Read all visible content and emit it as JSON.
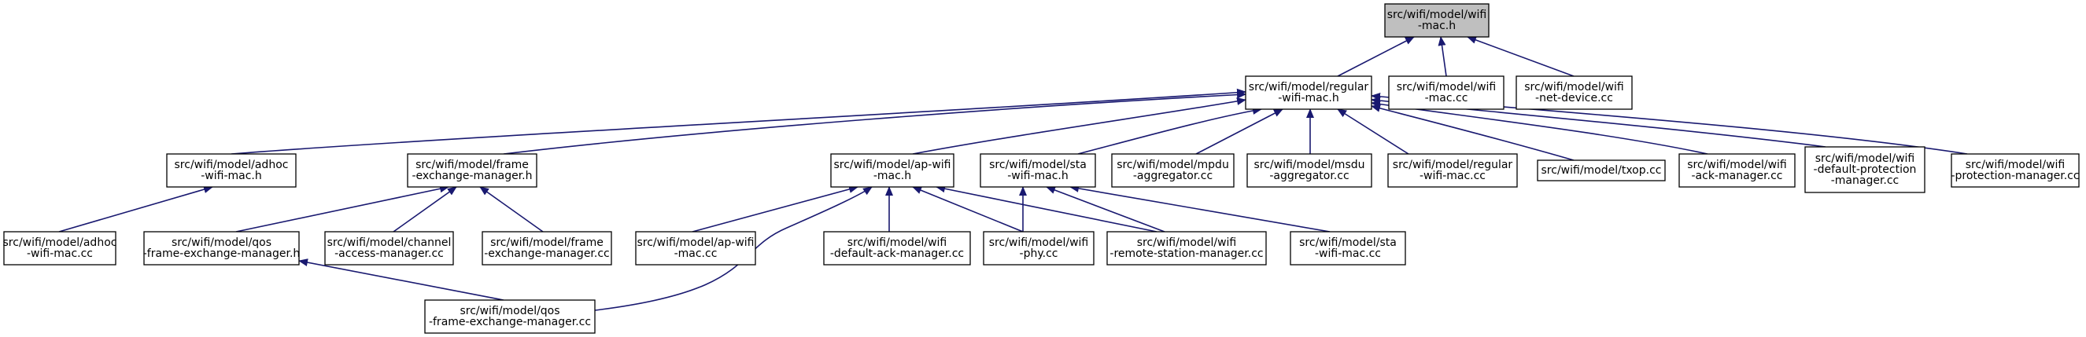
{
  "colors": {
    "edge": "#191970",
    "node_fill": "#ffffff",
    "root_fill": "#bfbfbf",
    "border": "#000000",
    "text": "#000000"
  },
  "nodes": [
    {
      "id": "wifi-mac-h",
      "lines": [
        "src/wifi/model/wifi",
        "-mac.h"
      ],
      "root": true
    },
    {
      "id": "regular-wifi-mac-h",
      "lines": [
        "src/wifi/model/regular",
        "-wifi-mac.h"
      ]
    },
    {
      "id": "wifi-mac-cc",
      "lines": [
        "src/wifi/model/wifi",
        "-mac.cc"
      ]
    },
    {
      "id": "wifi-net-device-cc",
      "lines": [
        "src/wifi/model/wifi",
        "-net-device.cc"
      ]
    },
    {
      "id": "adhoc-wifi-mac-h",
      "lines": [
        "src/wifi/model/adhoc",
        "-wifi-mac.h"
      ]
    },
    {
      "id": "frame-exchange-manager-h",
      "lines": [
        "src/wifi/model/frame",
        "-exchange-manager.h"
      ]
    },
    {
      "id": "ap-wifi-mac-h",
      "lines": [
        "src/wifi/model/ap-wifi",
        "-mac.h"
      ]
    },
    {
      "id": "sta-wifi-mac-h",
      "lines": [
        "src/wifi/model/sta",
        "-wifi-mac.h"
      ]
    },
    {
      "id": "mpdu-aggregator-cc",
      "lines": [
        "src/wifi/model/mpdu",
        "-aggregator.cc"
      ]
    },
    {
      "id": "msdu-aggregator-cc",
      "lines": [
        "src/wifi/model/msdu",
        "-aggregator.cc"
      ]
    },
    {
      "id": "regular-wifi-mac-cc",
      "lines": [
        "src/wifi/model/regular",
        "-wifi-mac.cc"
      ]
    },
    {
      "id": "txop-cc",
      "lines": [
        "src/wifi/model/txop.cc"
      ]
    },
    {
      "id": "wifi-ack-manager-cc",
      "lines": [
        "src/wifi/model/wifi",
        "-ack-manager.cc"
      ]
    },
    {
      "id": "wifi-default-protection-manager-cc",
      "lines": [
        "src/wifi/model/wifi",
        "-default-protection",
        "-manager.cc"
      ]
    },
    {
      "id": "wifi-protection-manager-cc",
      "lines": [
        "src/wifi/model/wifi",
        "-protection-manager.cc"
      ]
    },
    {
      "id": "adhoc-wifi-mac-cc",
      "lines": [
        "src/wifi/model/adhoc",
        "-wifi-mac.cc"
      ]
    },
    {
      "id": "qos-frame-exchange-manager-h",
      "lines": [
        "src/wifi/model/qos",
        "-frame-exchange-manager.h"
      ]
    },
    {
      "id": "channel-access-manager-cc",
      "lines": [
        "src/wifi/model/channel",
        "-access-manager.cc"
      ]
    },
    {
      "id": "frame-exchange-manager-cc",
      "lines": [
        "src/wifi/model/frame",
        "-exchange-manager.cc"
      ]
    },
    {
      "id": "ap-wifi-mac-cc",
      "lines": [
        "src/wifi/model/ap-wifi",
        "-mac.cc"
      ]
    },
    {
      "id": "wifi-default-ack-manager-cc",
      "lines": [
        "src/wifi/model/wifi",
        "-default-ack-manager.cc"
      ]
    },
    {
      "id": "wifi-phy-cc",
      "lines": [
        "src/wifi/model/wifi",
        "-phy.cc"
      ]
    },
    {
      "id": "wifi-remote-station-manager-cc",
      "lines": [
        "src/wifi/model/wifi",
        "-remote-station-manager.cc"
      ]
    },
    {
      "id": "sta-wifi-mac-cc",
      "lines": [
        "src/wifi/model/sta",
        "-wifi-mac.cc"
      ]
    },
    {
      "id": "qos-frame-exchange-manager-cc",
      "lines": [
        "src/wifi/model/qos",
        "-frame-exchange-manager.cc"
      ]
    }
  ],
  "edges": [
    {
      "from": "regular-wifi-mac-h",
      "to": "wifi-mac-h"
    },
    {
      "from": "wifi-mac-cc",
      "to": "wifi-mac-h"
    },
    {
      "from": "wifi-net-device-cc",
      "to": "wifi-mac-h"
    },
    {
      "from": "adhoc-wifi-mac-h",
      "to": "regular-wifi-mac-h"
    },
    {
      "from": "frame-exchange-manager-h",
      "to": "regular-wifi-mac-h"
    },
    {
      "from": "ap-wifi-mac-h",
      "to": "regular-wifi-mac-h"
    },
    {
      "from": "sta-wifi-mac-h",
      "to": "regular-wifi-mac-h"
    },
    {
      "from": "mpdu-aggregator-cc",
      "to": "regular-wifi-mac-h"
    },
    {
      "from": "msdu-aggregator-cc",
      "to": "regular-wifi-mac-h"
    },
    {
      "from": "regular-wifi-mac-cc",
      "to": "regular-wifi-mac-h"
    },
    {
      "from": "txop-cc",
      "to": "regular-wifi-mac-h"
    },
    {
      "from": "wifi-ack-manager-cc",
      "to": "regular-wifi-mac-h"
    },
    {
      "from": "wifi-default-protection-manager-cc",
      "to": "regular-wifi-mac-h"
    },
    {
      "from": "wifi-protection-manager-cc",
      "to": "regular-wifi-mac-h"
    },
    {
      "from": "adhoc-wifi-mac-cc",
      "to": "adhoc-wifi-mac-h"
    },
    {
      "from": "qos-frame-exchange-manager-h",
      "to": "frame-exchange-manager-h"
    },
    {
      "from": "channel-access-manager-cc",
      "to": "frame-exchange-manager-h"
    },
    {
      "from": "frame-exchange-manager-cc",
      "to": "frame-exchange-manager-h"
    },
    {
      "from": "ap-wifi-mac-cc",
      "to": "ap-wifi-mac-h"
    },
    {
      "from": "wifi-default-ack-manager-cc",
      "to": "ap-wifi-mac-h"
    },
    {
      "from": "wifi-phy-cc",
      "to": "ap-wifi-mac-h"
    },
    {
      "from": "wifi-remote-station-manager-cc",
      "to": "ap-wifi-mac-h"
    },
    {
      "from": "qos-frame-exchange-manager-cc",
      "to": "ap-wifi-mac-h"
    },
    {
      "from": "wifi-phy-cc",
      "to": "sta-wifi-mac-h"
    },
    {
      "from": "wifi-remote-station-manager-cc",
      "to": "sta-wifi-mac-h"
    },
    {
      "from": "sta-wifi-mac-cc",
      "to": "sta-wifi-mac-h"
    },
    {
      "from": "qos-frame-exchange-manager-cc",
      "to": "qos-frame-exchange-manager-h"
    }
  ]
}
